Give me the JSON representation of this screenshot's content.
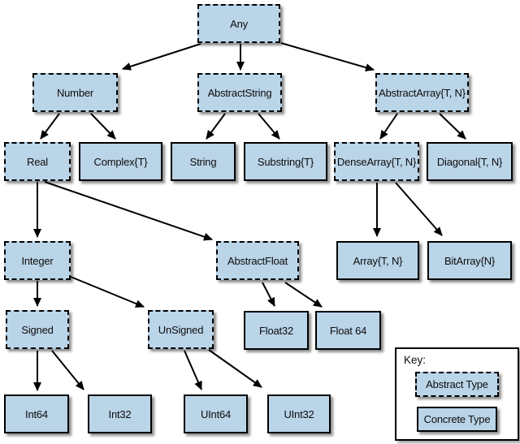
{
  "diagram": {
    "nodes": [
      {
        "id": "any",
        "label": "Any",
        "type": "abstract"
      },
      {
        "id": "number",
        "label": "Number",
        "type": "abstract"
      },
      {
        "id": "abstract-string",
        "label": "AbstractString",
        "type": "abstract"
      },
      {
        "id": "abstract-array",
        "label": "AbstractArray{T, N}",
        "type": "abstract"
      },
      {
        "id": "real",
        "label": "Real",
        "type": "abstract"
      },
      {
        "id": "complex",
        "label": "Complex{T}",
        "type": "concrete"
      },
      {
        "id": "string",
        "label": "String",
        "type": "concrete"
      },
      {
        "id": "substring",
        "label": "Substring{T}",
        "type": "concrete"
      },
      {
        "id": "dense-array",
        "label": "DenseArray{T, N}",
        "type": "abstract"
      },
      {
        "id": "diagonal",
        "label": "Diagonal{T, N}",
        "type": "concrete"
      },
      {
        "id": "integer",
        "label": "Integer",
        "type": "abstract"
      },
      {
        "id": "abstract-float",
        "label": "AbstractFloat",
        "type": "abstract"
      },
      {
        "id": "array",
        "label": "Array{T, N}",
        "type": "concrete"
      },
      {
        "id": "bit-array",
        "label": "BitArray{N}",
        "type": "concrete"
      },
      {
        "id": "signed",
        "label": "Signed",
        "type": "abstract"
      },
      {
        "id": "unsigned",
        "label": "UnSigned",
        "type": "abstract"
      },
      {
        "id": "float32",
        "label": "Float32",
        "type": "concrete"
      },
      {
        "id": "float64",
        "label": "Float 64",
        "type": "concrete"
      },
      {
        "id": "int64",
        "label": "Int64",
        "type": "concrete"
      },
      {
        "id": "int32",
        "label": "Int32",
        "type": "concrete"
      },
      {
        "id": "uint64",
        "label": "UInt64",
        "type": "concrete"
      },
      {
        "id": "uint32",
        "label": "UInt32",
        "type": "concrete"
      }
    ],
    "edges": [
      {
        "from": "any",
        "to": "number"
      },
      {
        "from": "any",
        "to": "abstract-string"
      },
      {
        "from": "any",
        "to": "abstract-array"
      },
      {
        "from": "number",
        "to": "real"
      },
      {
        "from": "number",
        "to": "complex"
      },
      {
        "from": "abstract-string",
        "to": "string"
      },
      {
        "from": "abstract-string",
        "to": "substring"
      },
      {
        "from": "abstract-array",
        "to": "dense-array"
      },
      {
        "from": "abstract-array",
        "to": "diagonal"
      },
      {
        "from": "real",
        "to": "integer"
      },
      {
        "from": "real",
        "to": "abstract-float"
      },
      {
        "from": "dense-array",
        "to": "array"
      },
      {
        "from": "dense-array",
        "to": "bit-array"
      },
      {
        "from": "integer",
        "to": "signed"
      },
      {
        "from": "integer",
        "to": "unsigned"
      },
      {
        "from": "abstract-float",
        "to": "float32"
      },
      {
        "from": "abstract-float",
        "to": "float64"
      },
      {
        "from": "signed",
        "to": "int64"
      },
      {
        "from": "signed",
        "to": "int32"
      },
      {
        "from": "unsigned",
        "to": "uint64"
      },
      {
        "from": "unsigned",
        "to": "uint32"
      }
    ],
    "key": {
      "title": "Key:",
      "abstract_label": "Abstract Type",
      "concrete_label": "Concrete Type"
    },
    "colors": {
      "node_fill": "#bad4e8",
      "border": "#000000",
      "background": "#ffffff"
    }
  }
}
